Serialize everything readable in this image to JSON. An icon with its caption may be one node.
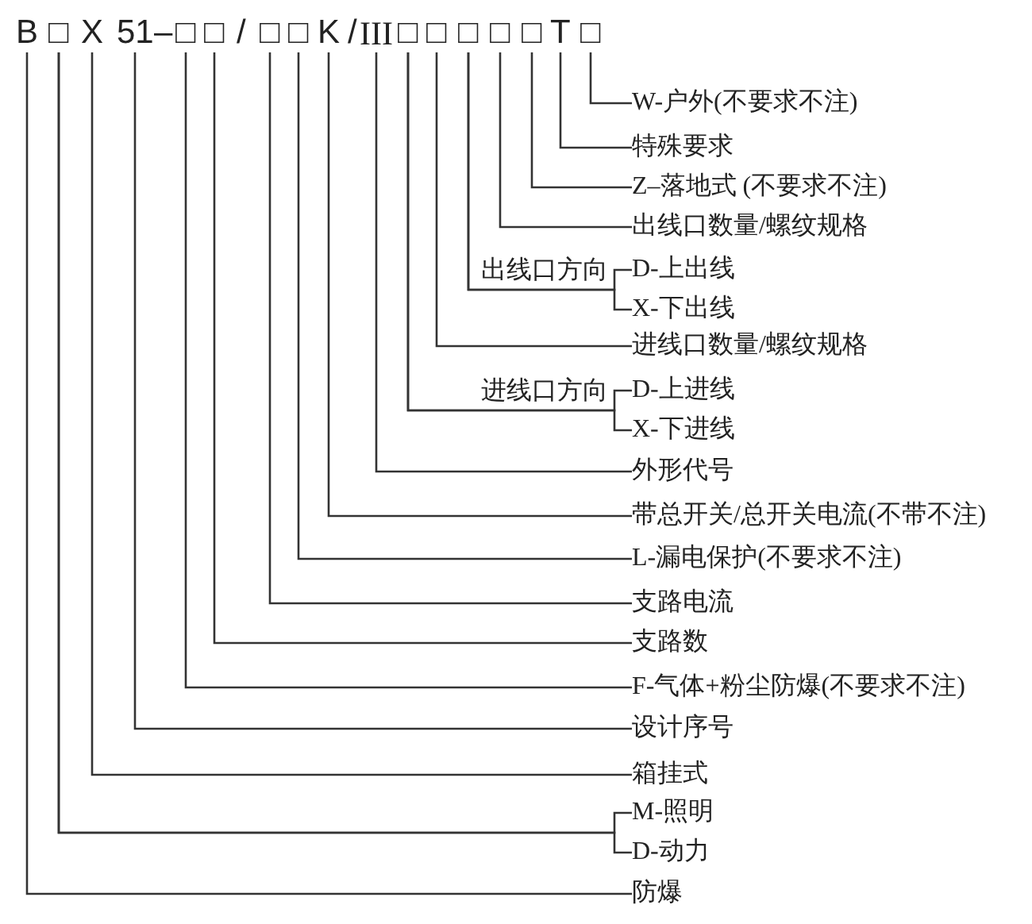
{
  "diagram": {
    "nodes": [
      {
        "text": [
          "B"
        ]
      },
      {
        "text": [
          "□"
        ]
      },
      {
        "text": [
          "X"
        ]
      },
      {
        "text": [
          "51"
        ]
      },
      {
        "text": [
          "□"
        ]
      },
      {
        "text": [
          "□"
        ]
      },
      {
        "text": [
          "□"
        ]
      },
      {
        "text": [
          "□"
        ]
      },
      {
        "text": [
          "K"
        ]
      },
      {
        "text": [
          "III"
        ]
      },
      {
        "text": [
          "□"
        ]
      },
      {
        "text": [
          "□"
        ]
      },
      {
        "text": [
          "□"
        ]
      },
      {
        "text": [
          "□"
        ]
      },
      {
        "text": [
          "□"
        ]
      },
      {
        "text": [
          "T"
        ]
      },
      {
        "text": [
          "□"
        ]
      },
      {
        "text": [
          "W-户外(不要求不注)"
        ]
      },
      {
        "text": [
          "特殊要求"
        ]
      },
      {
        "text": [
          "Z–落地式 (不要求不注)"
        ]
      },
      {
        "text": [
          "出线口数量/螺纹规格"
        ]
      },
      {
        "text": [
          "D-上出线"
        ]
      },
      {
        "text": [
          "X-下出线"
        ]
      },
      {
        "text": [
          "进线口数量/螺纹规格"
        ]
      },
      {
        "text": [
          "D-上进线"
        ]
      },
      {
        "text": [
          "X-下进线"
        ]
      },
      {
        "text": [
          "外形代号"
        ]
      },
      {
        "text": [
          "带总开关/总开关电流(不带不注)"
        ]
      },
      {
        "text": [
          "L-漏电保护(不要求不注)"
        ]
      },
      {
        "text": [
          "支路电流"
        ]
      },
      {
        "text": [
          "支路数"
        ]
      },
      {
        "text": [
          "F-气体+粉尘防爆(不要求不注)"
        ]
      },
      {
        "text": [
          "设计序号"
        ]
      },
      {
        "text": [
          "箱挂式"
        ]
      },
      {
        "text": [
          "M-照明"
        ]
      },
      {
        "text": [
          "D-动力"
        ]
      },
      {
        "text": [
          "防爆"
        ]
      }
    ],
    "edges": [
      {
        "from": 16,
        "to": 17,
        "arrow": "none"
      },
      {
        "from": 15,
        "to": 18,
        "arrow": "none"
      },
      {
        "from": 14,
        "to": 19,
        "arrow": "none"
      },
      {
        "from": 13,
        "to": 20,
        "arrow": "none"
      },
      {
        "from": 12,
        "to": 21,
        "arrow": "none",
        "label": "出线口方向"
      },
      {
        "from": 12,
        "to": 22,
        "arrow": "none"
      },
      {
        "from": 11,
        "to": 23,
        "arrow": "none"
      },
      {
        "from": 10,
        "to": 24,
        "arrow": "none",
        "label": "进线口方向"
      },
      {
        "from": 10,
        "to": 25,
        "arrow": "none"
      },
      {
        "from": 9,
        "to": 26,
        "arrow": "none"
      },
      {
        "from": 8,
        "to": 27,
        "arrow": "none"
      },
      {
        "from": 7,
        "to": 28,
        "arrow": "none"
      },
      {
        "from": 6,
        "to": 29,
        "arrow": "none"
      },
      {
        "from": 5,
        "to": 30,
        "arrow": "none"
      },
      {
        "from": 4,
        "to": 31,
        "arrow": "none"
      },
      {
        "from": 3,
        "to": 32,
        "arrow": "none"
      },
      {
        "from": 2,
        "to": 33,
        "arrow": "none"
      },
      {
        "from": 1,
        "to": 34,
        "arrow": "none"
      },
      {
        "from": 1,
        "to": 35,
        "arrow": "none"
      },
      {
        "from": 0,
        "to": 36,
        "arrow": "none"
      }
    ],
    "labels": [
      "–",
      "/",
      "/"
    ]
  }
}
